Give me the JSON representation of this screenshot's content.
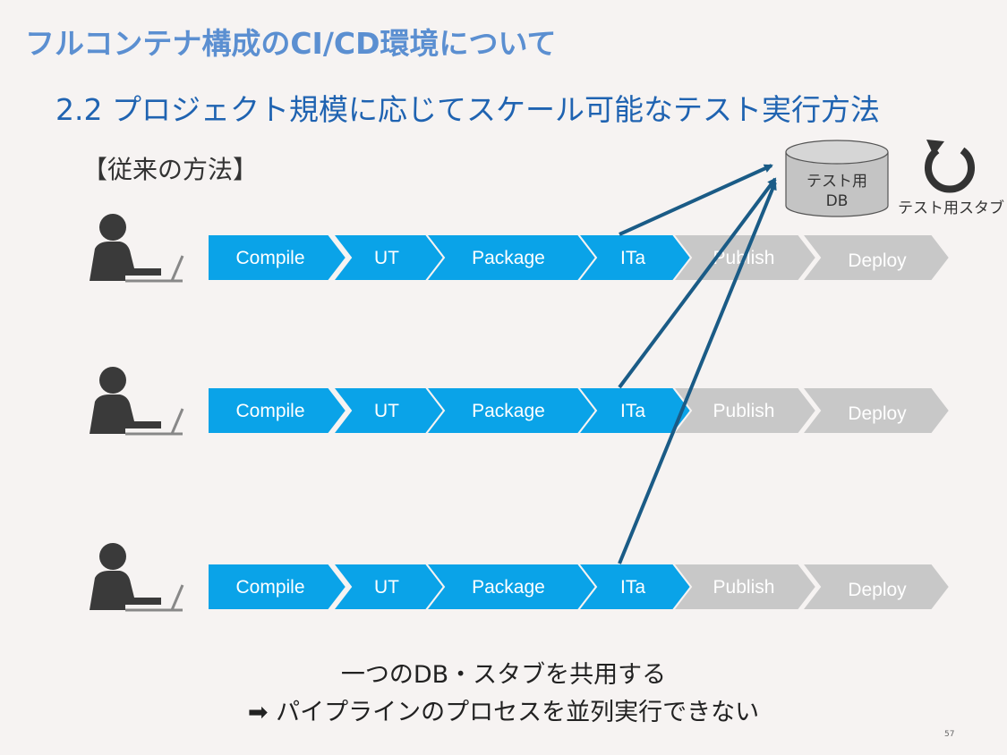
{
  "slide": {
    "title": "フルコンテナ構成のCI/CD環境について",
    "subtitle": "2.2 プロジェクト規模に応じてスケール可能なテスト実行方法",
    "section": "【従来の方法】",
    "page_number": "57"
  },
  "stages": [
    "Compile",
    "UT",
    "Package",
    "ITa",
    "Publish",
    "Deploy"
  ],
  "active_stages": [
    "Compile",
    "UT",
    "Package",
    "ITa"
  ],
  "pipelines_count_rows": [
    "pipeline-1",
    "pipeline-2",
    "pipeline-3"
  ],
  "test_db": {
    "label": "テスト用\nDB",
    "line1": "テスト用",
    "line2": "DB"
  },
  "test_stub": {
    "label": "テスト用スタブ",
    "icon": "refresh-icon"
  },
  "conclusion": {
    "line1": "一つのDB・スタブを共用する",
    "arrow_icon": "right-arrow-icon",
    "line2": "➡ パイプラインのプロセスを並列実行できない"
  },
  "colors": {
    "title": "#5b8fd1",
    "subtitle": "#1f63b1",
    "active_stage": "#0aa3e8",
    "inactive_stage": "#c8c8c8",
    "connector": "#1a5b86",
    "person": "#3a3a3a",
    "db_fill": "#c4c4c4"
  }
}
